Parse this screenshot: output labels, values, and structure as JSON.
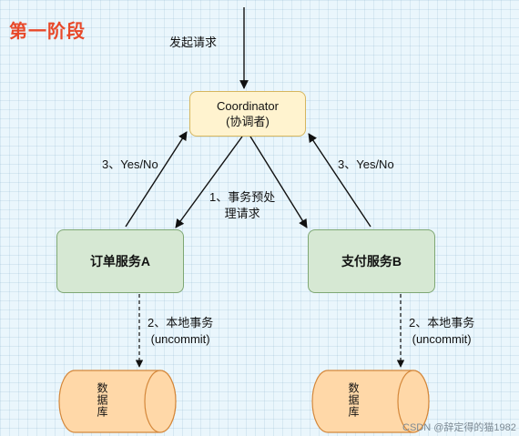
{
  "stage_title": "第一阶段",
  "request_label": "发起请求",
  "coordinator": {
    "line1": "Coordinator",
    "line2": "(协调者)"
  },
  "vote_left": "3、Yes/No",
  "vote_right": "3、Yes/No",
  "prepare": {
    "line1": "1、事务预处",
    "line2": "理请求"
  },
  "service_a": "订单服务A",
  "service_b": "支付服务B",
  "local_tx_left": {
    "line1": "2、本地事务",
    "line2": "(uncommit)"
  },
  "local_tx_right": {
    "line1": "2、本地事务",
    "line2": "(uncommit)"
  },
  "db_left": "数据库",
  "db_right": "数据库",
  "watermark": "CSDN @辞定得的猫1982",
  "colors": {
    "coordinator_fill": "#fff3cf",
    "service_fill": "#d6e8d3",
    "database_fill": "#ffd8a8",
    "title": "#e8492a"
  }
}
